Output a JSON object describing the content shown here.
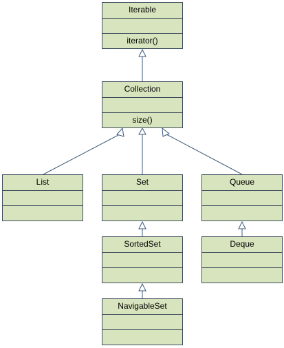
{
  "diagram": {
    "fill_color": "#d7e4bd",
    "border_color": "#3c4b5c",
    "edge_color": "#3c5a7a",
    "classes": {
      "iterable": {
        "name": "Iterable",
        "method": "iterator()"
      },
      "collection": {
        "name": "Collection",
        "method": "size()"
      },
      "list": {
        "name": "List"
      },
      "set": {
        "name": "Set"
      },
      "queue": {
        "name": "Queue"
      },
      "sortedset": {
        "name": "SortedSet"
      },
      "deque": {
        "name": "Deque"
      },
      "navigableset": {
        "name": "NavigableSet"
      }
    },
    "relations": [
      {
        "from": "collection",
        "to": "iterable",
        "type": "generalization"
      },
      {
        "from": "list",
        "to": "collection",
        "type": "generalization"
      },
      {
        "from": "set",
        "to": "collection",
        "type": "generalization"
      },
      {
        "from": "queue",
        "to": "collection",
        "type": "generalization"
      },
      {
        "from": "sortedset",
        "to": "set",
        "type": "generalization"
      },
      {
        "from": "navigableset",
        "to": "sortedset",
        "type": "generalization"
      },
      {
        "from": "deque",
        "to": "queue",
        "type": "generalization"
      }
    ]
  }
}
